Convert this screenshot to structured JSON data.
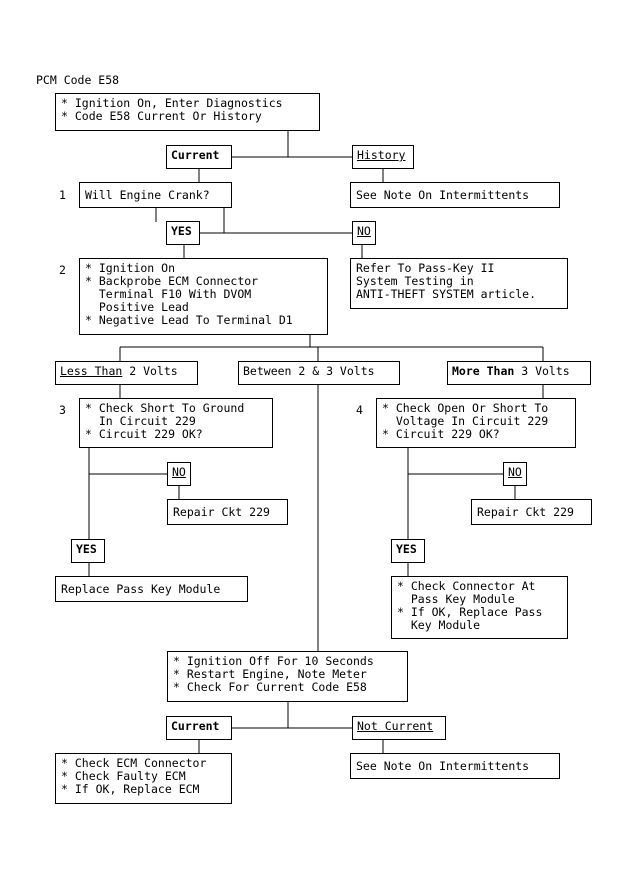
{
  "title": "PCM Code E58",
  "step_numbers": {
    "s1": "1",
    "s2": "2",
    "s3": "3",
    "s4": "4"
  },
  "start_box": {
    "line1": "* Ignition On, Enter Diagnostics",
    "line2": "* Code E58 Current Or History"
  },
  "labels": {
    "current_1": "Current",
    "history": "History",
    "yes_1": "YES",
    "no_1": "NO",
    "less_than_u": "Less Than",
    "less_than_rest": " 2 Volts",
    "between": "Between 2 & 3 Volts",
    "more_than_b": "More Than",
    "more_than_rest": " 3 Volts",
    "no_3": "NO",
    "yes_3": "YES",
    "no_4": "NO",
    "yes_4": "YES",
    "current_2": "Current",
    "not_current": "Not Current"
  },
  "boxes": {
    "history_note": "See Note On Intermittents",
    "crank": "Will Engine Crank?",
    "passkey": "Refer To Pass-Key II\nSystem Testing in\nANTI-THEFT SYSTEM article.",
    "step2": "* Ignition On\n* Backprobe ECM Connector\n  Terminal F10 With DVOM\n  Positive Lead\n* Negative Lead To Terminal D1",
    "step3": "* Check Short To Ground\n  In Circuit 229\n* Circuit 229 OK?",
    "step4": "* Check Open Or Short To\n  Voltage In Circuit 229\n* Circuit 229 OK?",
    "repair3": "Repair Ckt 229",
    "repair4": "Repair Ckt 229",
    "replace_module": "Replace Pass Key Module",
    "connector_check": "* Check Connector At\n  Pass Key Module\n* If OK, Replace Pass\n  Key Module",
    "ignition_off": "* Ignition Off For 10 Seconds\n* Restart Engine, Note Meter\n* Check For Current Code E58",
    "ecm_check": "* Check ECM Connector\n* Check Faulty ECM\n* If OK, Replace ECM",
    "final_note": "See Note On Intermittents"
  }
}
